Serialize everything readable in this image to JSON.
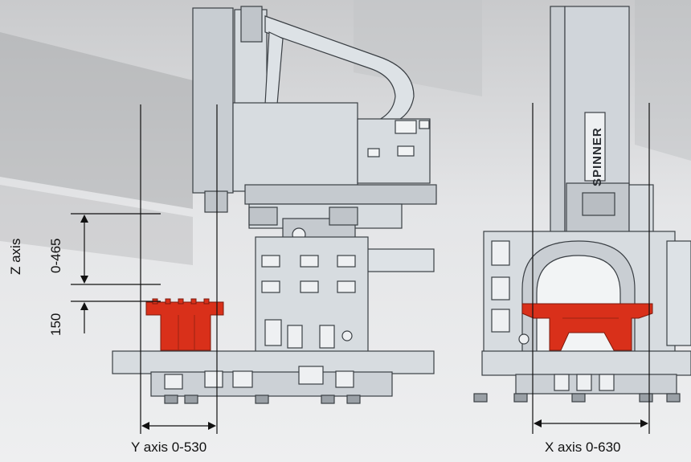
{
  "labels": {
    "z_axis": "Z axis",
    "z_range": "0-465",
    "z_offset": "150",
    "y_axis": "Y axis 0-530",
    "x_axis": "X axis 0-630"
  },
  "logo_text": "SPINNER",
  "colors": {
    "machine_body": "#d7dce0",
    "machine_outline": "#3a3f44",
    "workpiece": "#d9301a",
    "background": "#e7e8ea"
  }
}
